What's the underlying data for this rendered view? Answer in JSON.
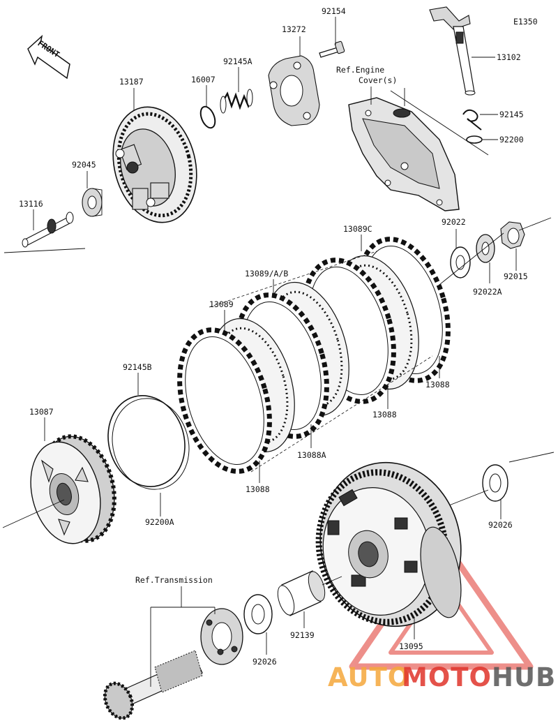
{
  "diagram_code": "E1350",
  "front_label": "FRONT",
  "ref_labels": {
    "engine_cover": [
      "Ref.Engine",
      "Cover(s)"
    ],
    "transmission": "Ref.Transmission"
  },
  "parts": {
    "p92154": "92154",
    "p13272": "13272",
    "p92145A": "92145A",
    "p16007": "16007",
    "p13187": "13187",
    "p92045": "92045",
    "p13116": "13116",
    "p13102": "13102",
    "p92145": "92145",
    "p92200": "92200",
    "p13089C": "13089C",
    "p92022": "92022",
    "p92015": "92015",
    "p92022A": "92022A",
    "p13089AB": "13089/A/B",
    "p13089": "13089",
    "p13088_r": "13088",
    "p13088_m": "13088",
    "p13088A": "13088A",
    "p13088_b": "13088",
    "p92145B": "92145B",
    "p13087": "13087",
    "p92200A": "92200A",
    "p92026_r": "92026",
    "p13095": "13095",
    "p92139": "92139",
    "p92026_b": "92026"
  },
  "watermark": {
    "auto": "AUTO",
    "moto": "MOTO",
    "hub": "HUB",
    "color_orange": "#f5a83c",
    "color_red": "#e0342b",
    "color_gray": "#555555"
  }
}
